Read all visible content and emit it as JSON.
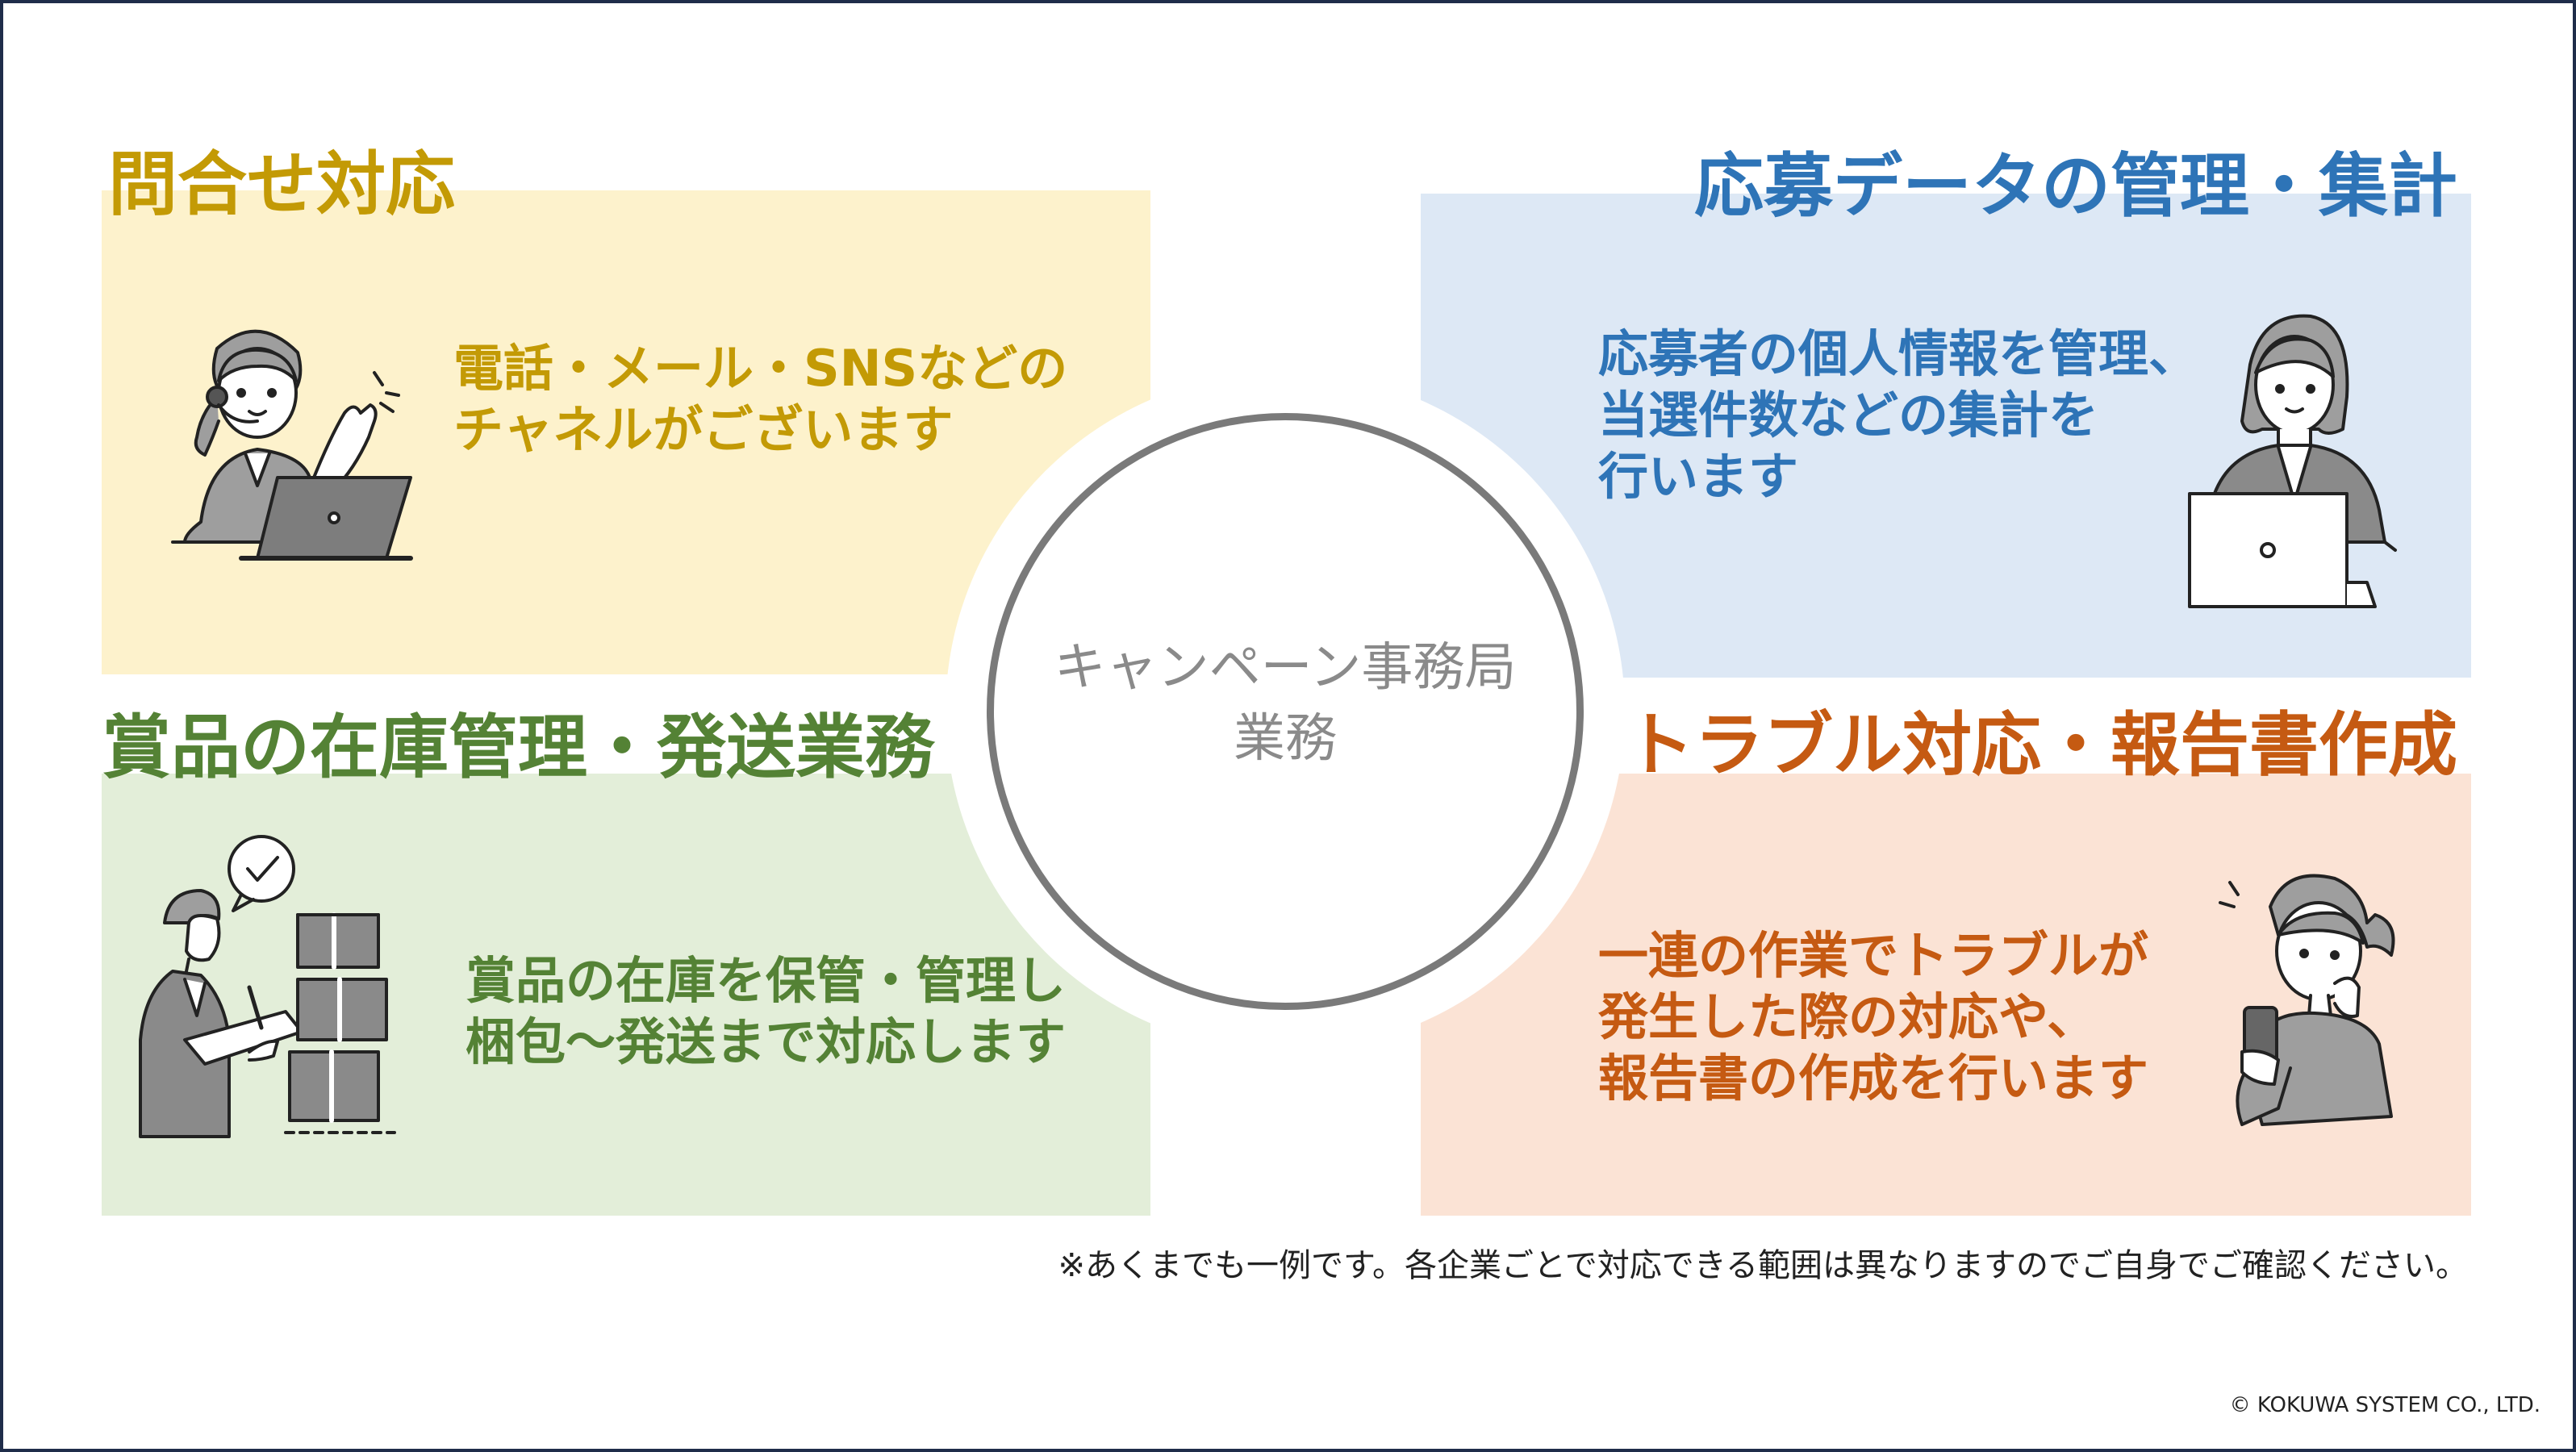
{
  "center": {
    "line1": "キャンペーン事務局",
    "line2": "業務"
  },
  "quadrants": {
    "top_left": {
      "title": "問合せ対応",
      "lines": [
        "電話・メール・SNSなどの",
        "チャネルがございます"
      ],
      "icon": "call-center-operator-illustration"
    },
    "top_right": {
      "title": "応募データの管理・集計",
      "lines": [
        "応募者の個人情報を管理、",
        "当選件数などの集計を",
        "行います"
      ],
      "icon": "office-worker-laptop-illustration"
    },
    "bottom_left": {
      "title": "賞品の在庫管理・発送業務",
      "lines": [
        "賞品の在庫を保管・管理し",
        "梱包～発送まで対応します"
      ],
      "icon": "inventory-check-illustration"
    },
    "bottom_right": {
      "title": "トラブル対応・報告書作成",
      "lines": [
        "一連の作業でトラブルが",
        "発生した際の対応や、",
        "報告書の作成を行います"
      ],
      "icon": "worried-woman-phone-illustration"
    }
  },
  "footnote": "※あくまでも一例です。各企業ごとで対応できる範囲は異なりますのでご自身でご確認ください。",
  "copyright": "© KOKUWA SYSTEM CO., LTD.",
  "colors": {
    "yellow": "#c39a05",
    "blue": "#2e74b7",
    "green": "#548235",
    "orange": "#c55a12",
    "panel_yellow": "#fdf2cc",
    "panel_blue": "#dde8f5",
    "panel_green": "#e3eed9",
    "panel_orange": "#fbe3d5",
    "circle_border": "#7a7a7a"
  }
}
